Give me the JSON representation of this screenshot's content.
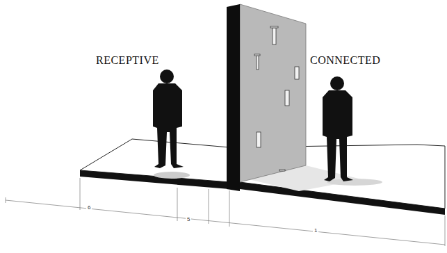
{
  "diagram": {
    "labels": [
      "RECEPTIVE",
      "CONNECTED",
      "6",
      "5",
      "1"
    ]
  }
}
